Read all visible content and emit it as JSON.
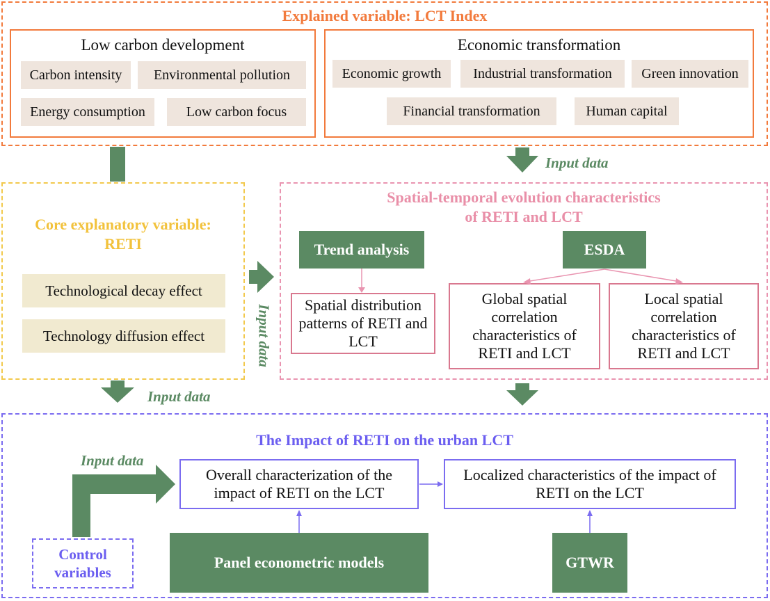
{
  "top": {
    "title": "Explained variable: LCT Index",
    "low_carbon": {
      "heading": "Low carbon development",
      "items": [
        "Carbon intensity",
        "Environmental pollution",
        "Energy consumption",
        "Low carbon focus"
      ]
    },
    "economic": {
      "heading": "Economic transformation",
      "items": [
        "Economic growth",
        "Industrial transformation",
        "Green innovation",
        "Financial transformation",
        "Human capital"
      ]
    }
  },
  "core": {
    "title_line1": "Core explanatory variable:",
    "title_line2": "RETI",
    "items": [
      "Technological decay effect",
      "Technology diffusion effect"
    ]
  },
  "spatial": {
    "title_line1": "Spatial-temporal evolution characteristics",
    "title_line2": "of RETI and LCT",
    "trend": "Trend analysis",
    "esda": "ESDA",
    "pattern": "Spatial distribution patterns of RETI and LCT",
    "global": "Global spatial correlation characteristics of RETI and LCT",
    "local": "Local spatial correlation characteristics of RETI and LCT"
  },
  "impact": {
    "title": "The Impact of RETI on the urban LCT",
    "overall": "Overall characterization of the impact of RETI on the LCT",
    "localized": "Localized characteristics of the impact of RETI on the LCT",
    "panel": "Panel econometric models",
    "gtwr": "GTWR",
    "control": "Control variables"
  },
  "labels": {
    "input_data_1": "Input data",
    "input_data_2": "Input data",
    "input_data_3": "Input data",
    "input_data_4": "Input data"
  },
  "colors": {
    "orange": "#f27a3c",
    "yellow": "#f2c94c",
    "pink": "#e994b0",
    "purple": "#7b6cf0",
    "green": "#5b8a63"
  }
}
